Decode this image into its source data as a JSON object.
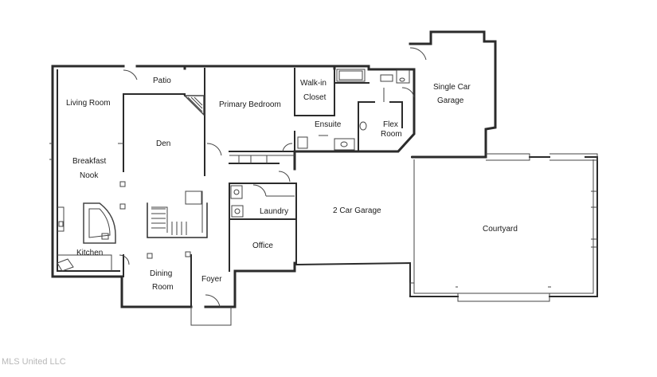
{
  "rooms": {
    "patio": "Patio",
    "living_room": "Living Room",
    "primary_bedroom": "Primary Bedroom",
    "walk_in_line1": "Walk-in",
    "walk_in_line2": "Closet",
    "single_car_line1": "Single Car",
    "single_car_line2": "Garage",
    "ensuite": "Ensuite",
    "flex_line1": "Flex",
    "flex_line2": "Room",
    "den": "Den",
    "breakfast_line1": "Breakfast",
    "breakfast_line2": "Nook",
    "laundry": "Laundry",
    "two_car_garage": "2 Car Garage",
    "courtyard": "Courtyard",
    "office": "Office",
    "kitchen": "Kitchen",
    "dining_line1": "Dining",
    "dining_line2": "Room",
    "foyer": "Foyer"
  },
  "watermark": "MLS United LLC"
}
